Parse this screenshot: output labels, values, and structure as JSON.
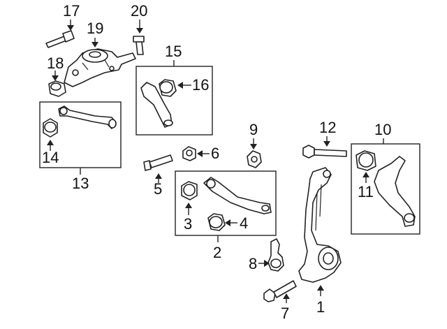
{
  "callouts": {
    "c1": "1",
    "c2": "2",
    "c3": "3",
    "c4": "4",
    "c5": "5",
    "c6": "6",
    "c7": "7",
    "c8": "8",
    "c9": "9",
    "c10": "10",
    "c11": "11",
    "c12": "12",
    "c13": "13",
    "c14": "14",
    "c15": "15",
    "c16": "16",
    "c17": "17",
    "c18": "18",
    "c19": "19",
    "c20": "20"
  },
  "colors": {
    "ink": "#222222",
    "background": "#ffffff"
  }
}
